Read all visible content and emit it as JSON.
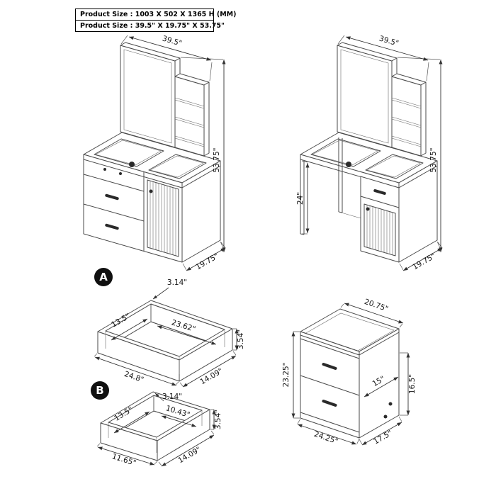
{
  "header": {
    "product_size_mm": "Product Size : 1003 X 502 X 1365 H (MM)",
    "product_size_in": "Product Size : 39.5\" X 19.75\" X 53.75\""
  },
  "vanity_left": {
    "width": "39.5\"",
    "height": "53.75\"",
    "depth": "19.75\""
  },
  "vanity_right": {
    "width": "39.5\"",
    "desk_height": "24\"",
    "height": "53.75\"",
    "depth": "19.75\""
  },
  "drawer_a": {
    "label": "A",
    "back_height": "3.14\"",
    "inner_depth": "13.5\"",
    "inner_width": "23.62\"",
    "side_height": "3.54\"",
    "outer_width": "24.8\"",
    "outer_depth": "14.09\""
  },
  "drawer_b": {
    "label": "B",
    "back_height": "3.14\"",
    "inner_depth": "13.5\"",
    "inner_width": "10.43\"",
    "side_height": "3.54\"",
    "outer_width": "11.65\"",
    "outer_depth": "14.09\""
  },
  "cabinet": {
    "top_width": "20.75\"",
    "height": "23.25\"",
    "top_depth": "15\"",
    "side_height": "16.5\"",
    "width": "24.25\"",
    "depth": "17.5\""
  }
}
